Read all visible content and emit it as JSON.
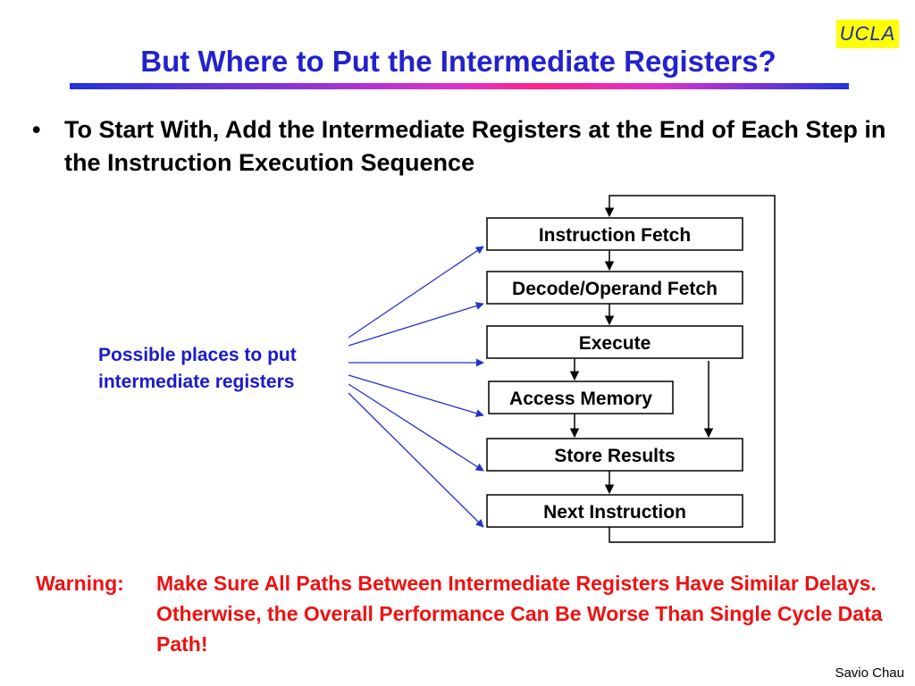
{
  "logo": {
    "text": "UCLA"
  },
  "title": "But Where to Put the Intermediate Registers?",
  "bullet": {
    "marker": "•",
    "text": "To Start With, Add the Intermediate Registers at the End of Each Step in the Instruction Execution Sequence"
  },
  "diagram": {
    "steps": [
      "Instruction Fetch",
      "Decode/Operand Fetch",
      "Execute",
      "Access Memory",
      "Store Results",
      "Next Instruction"
    ],
    "annotation": {
      "line1": "Possible places to put",
      "line2": "intermediate registers"
    }
  },
  "warning": {
    "label": "Warning:",
    "message": "Make Sure All Paths Between Intermediate Registers Have Similar Delays.  Otherwise, the Overall Performance Can Be Worse Than Single Cycle Data Path!"
  },
  "footer": {
    "author": "Savio Chau"
  },
  "colors": {
    "title": "#2222cc",
    "annotation": "#1a1acc",
    "warning": "#ee1111",
    "logo_bg": "#ffff00"
  }
}
